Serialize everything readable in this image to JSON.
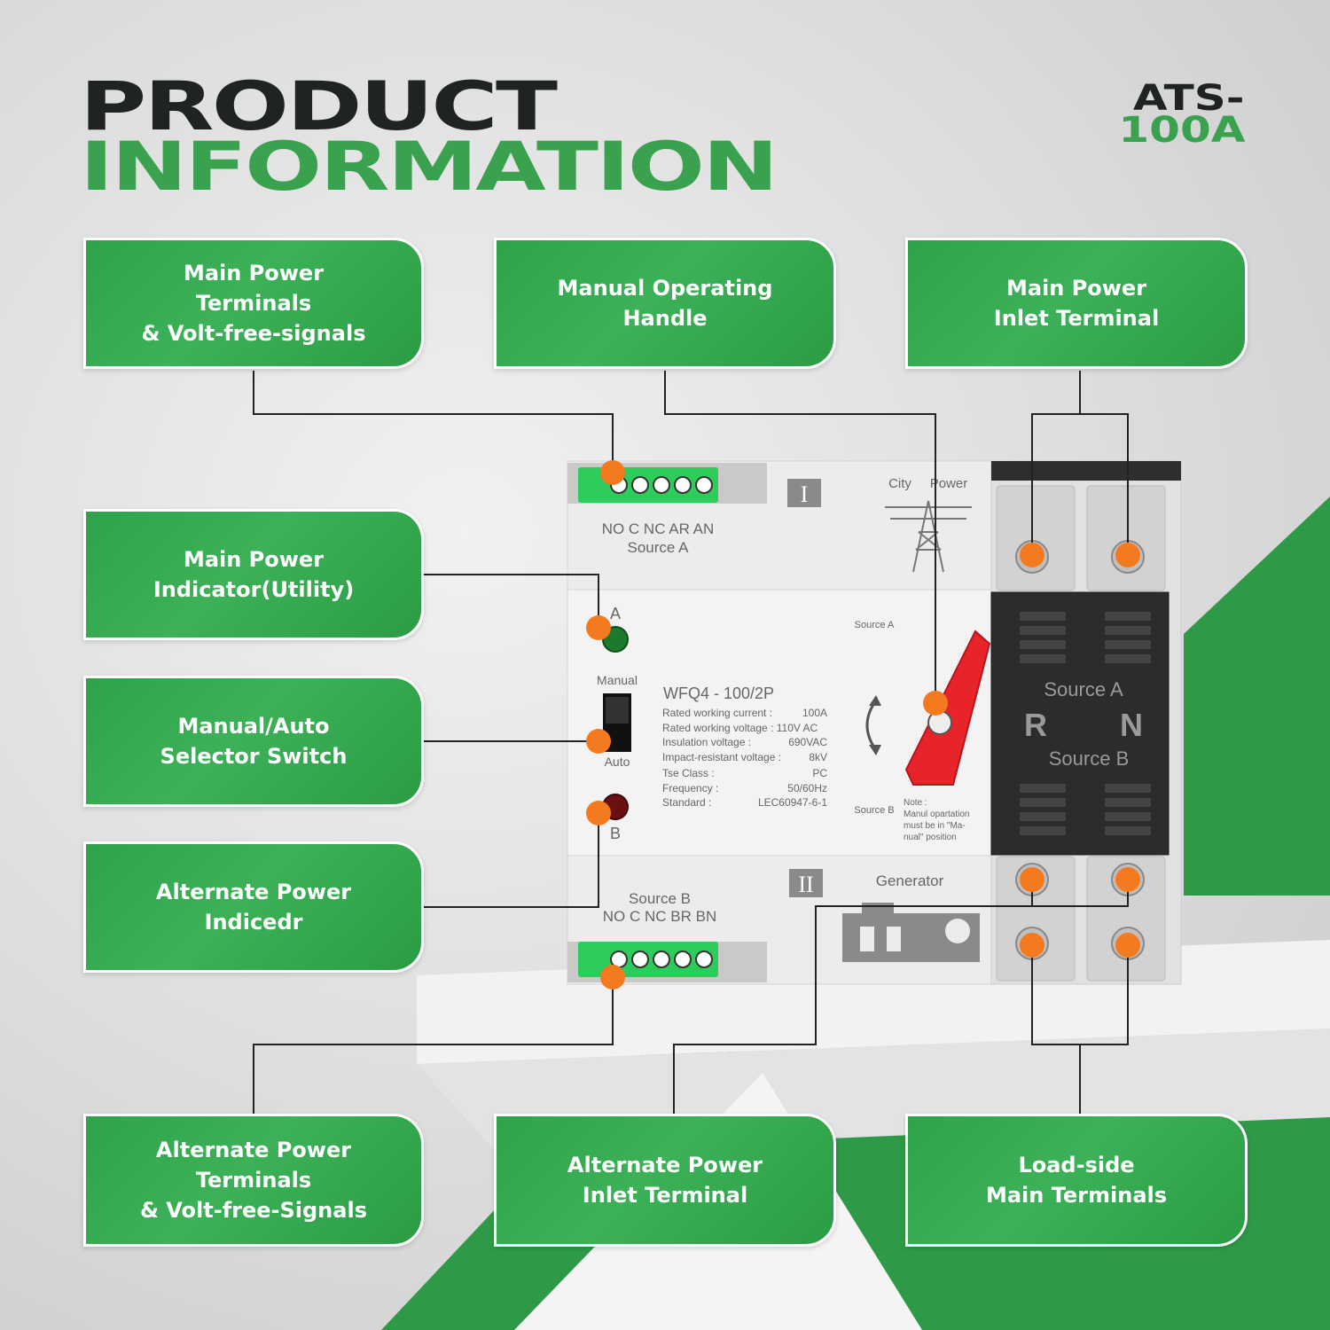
{
  "heading": {
    "line1": "PRODUCT",
    "line2": "INFORMATION"
  },
  "model": {
    "line1": "ATS-",
    "line2": "100A"
  },
  "colors": {
    "brand_green": "#3aa14f",
    "dark_text": "#1f2324",
    "marker_orange": "#f47a20",
    "handle_red": "#e8242b"
  },
  "callouts": [
    {
      "id": "main-terminals",
      "lines": [
        "Main Power",
        "Terminals",
        "& Volt-free-signals"
      ]
    },
    {
      "id": "handle",
      "lines": [
        "Manual Operating",
        "Handle"
      ]
    },
    {
      "id": "main-inlet",
      "lines": [
        "Main Power",
        "Inlet Terminal"
      ]
    },
    {
      "id": "main-indicator",
      "lines": [
        "Main Power",
        "Indicator(Utility)"
      ]
    },
    {
      "id": "selector",
      "lines": [
        "Manual/Auto",
        "Selector Switch"
      ]
    },
    {
      "id": "alt-indicator",
      "lines": [
        "Alternate Power",
        "Indicedr"
      ]
    },
    {
      "id": "alt-terminals",
      "lines": [
        "Alternate Power",
        "Terminals",
        "& Volt-free-Signals"
      ]
    },
    {
      "id": "alt-inlet",
      "lines": [
        "Alternate Power",
        "Inlet Terminal"
      ]
    },
    {
      "id": "load-side",
      "lines": [
        "Load-side",
        "Main Terminals"
      ]
    }
  ],
  "device": {
    "top_terminal_label": "NO C NC AR AN",
    "top_source": "Source A",
    "roman_top": "I",
    "city_label": "City",
    "power_label": "Power",
    "indicator_a": "A",
    "indicator_b": "B",
    "manual_label": "Manual",
    "auto_label": "Auto",
    "model_name": "WFQ4 - 100/2P",
    "specs": [
      {
        "k": "Rated working current :",
        "v": "100A"
      },
      {
        "k": "Rated working voltage : 110V AC",
        "v": ""
      },
      {
        "k": "Insulation voltage :",
        "v": "690VAC"
      },
      {
        "k": "Impact-resistant voltage :",
        "v": "8kV"
      },
      {
        "k": "Tse Class :",
        "v": "PC"
      },
      {
        "k": "Frequency :",
        "v": "50/60Hz"
      },
      {
        "k": "Standard :",
        "v": "LEC60947-6-1"
      }
    ],
    "handle_source_a": "Source A",
    "handle_source_b": "Source B",
    "note_lines": [
      "Note :",
      "Manul opartation",
      "must be in \"Ma-",
      "nual\" position"
    ],
    "panel_source_a": "Source A",
    "panel_r": "R",
    "panel_n": "N",
    "panel_source_b": "Source B",
    "roman_bottom": "II",
    "generator_label": "Generator",
    "bottom_source": "Source B",
    "bottom_terminal_label": "NO C NC BR BN"
  }
}
